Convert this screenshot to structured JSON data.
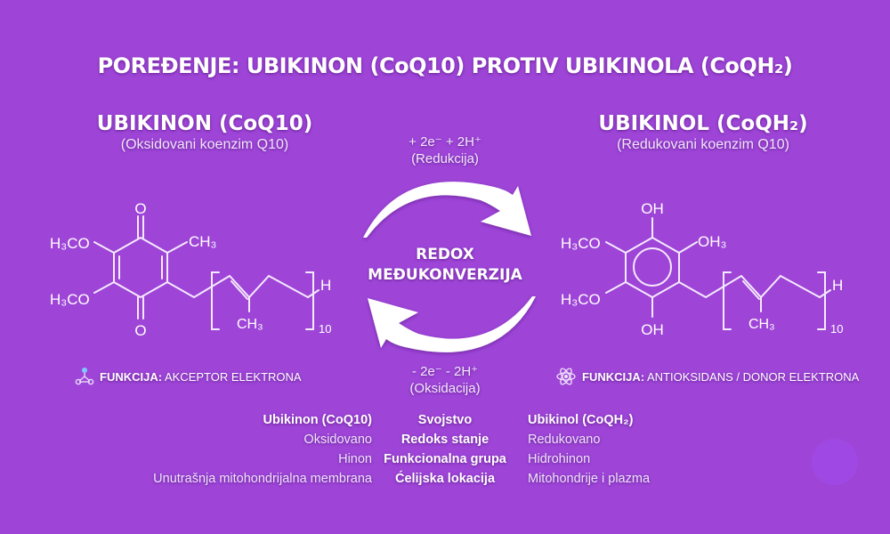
{
  "title": "POREĐENJE: UBIKINON (CoQ10) PROTIV UBIKINOLA (CoQH₂)",
  "colors": {
    "background": "#9e45d8",
    "text": "#ffffff",
    "accent_icon": "#7ec8ff"
  },
  "left": {
    "name": "UBIKINON (CoQ10)",
    "description": "(Oksidovani koenzim Q10)",
    "structure": {
      "top": "O",
      "bottom": "O",
      "sub_top_left": "H₃CO",
      "sub_bottom_left": "H₃CO",
      "sub_top_right": "CH₃",
      "chain_methyl": "CH₃",
      "chain_end": "H",
      "repeat": "10"
    },
    "function_label": "FUNKCIJA:",
    "function_value": "AKCEPTOR ELEKTRONA",
    "function_icon": "molecule-icon"
  },
  "right": {
    "name": "UBIKINOL (CoQH₂)",
    "description": "(Redukovani koenzim Q10)",
    "structure": {
      "top": "OH",
      "bottom": "OH",
      "sub_top_left": "H₃CO",
      "sub_bottom_left": "H₃CO",
      "sub_top_right": "OH₃",
      "chain_methyl": "CH₃",
      "chain_end": "H",
      "repeat": "10"
    },
    "function_label": "FUNKCIJA:",
    "function_value": "ANTIOKSIDANS / DONOR ELEKTRONA",
    "function_icon": "atom-icon"
  },
  "redox": {
    "reduction_line1": "+ 2e⁻ + 2H⁺",
    "reduction_line2": "(Redukcija)",
    "center_line1": "REDOX",
    "center_line2": "MEĐUKONVERZIJA",
    "oxidation_line1": "- 2e⁻ - 2H⁺",
    "oxidation_line2": "(Oksidacija)"
  },
  "table": {
    "headers": [
      "Ubikinon (CoQ10)",
      "Svojstvo",
      "Ubikinol (CoQH₂)"
    ],
    "rows": [
      [
        "Oksidovano",
        "Redoks stanje",
        "Redukovano"
      ],
      [
        "Hinon",
        "Funkcionalna grupa",
        "Hidrohinon"
      ],
      [
        "Unutrašnja mitohondrijalna membrana",
        "Ćelijska lokacija",
        "Mitohondrije i plazma"
      ]
    ]
  }
}
